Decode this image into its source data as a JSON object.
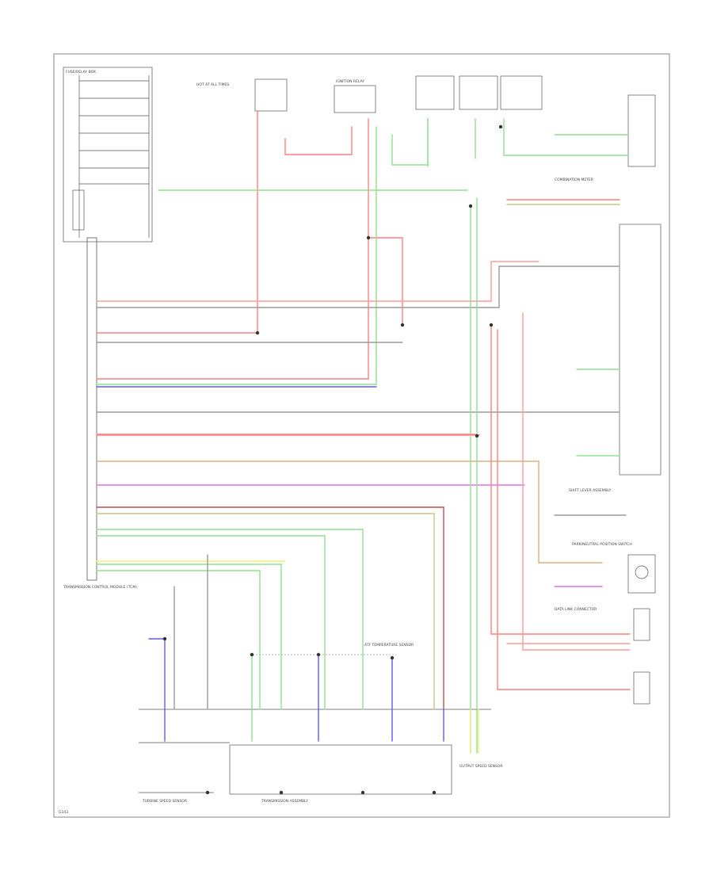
{
  "diagram": {
    "labels": {
      "ecm_name": "TRANSMISSION CONTROL MODULE (TCM)",
      "fuse_box": "FUSE/RELAY BOX",
      "hot_at_all_times": "HOT AT ALL TIMES",
      "ign_relay": "IGNITION RELAY",
      "data_link": "DATA LINK CONNECTOR",
      "combination_meter": "COMBINATION METER",
      "shift_lever": "SHIFT LEVER ASSEMBLY",
      "turbine_sensor": "TURBINE SPEED SENSOR",
      "output_sensor": "OUTPUT SPEED SENSOR",
      "transmission": "TRANSMISSION ASSEMBLY",
      "park_neutral": "PARK/NEUTRAL POSITION SWITCH",
      "fluid_temp": "ATF TEMPERATURE SENSOR",
      "ground": "G103"
    },
    "colors": {
      "red": "#ff7f7f",
      "pink": "#ff9a9a",
      "green": "#8fe08f",
      "lightgreen": "#b8f0a8",
      "blue": "#5a5aff",
      "violet": "#e070e0",
      "orange": "#e8a070",
      "tan": "#d8b080",
      "yellow": "#f0f070",
      "gray": "#9a9a9a",
      "olive": "#c8c880",
      "darkred": "#c05050"
    }
  }
}
